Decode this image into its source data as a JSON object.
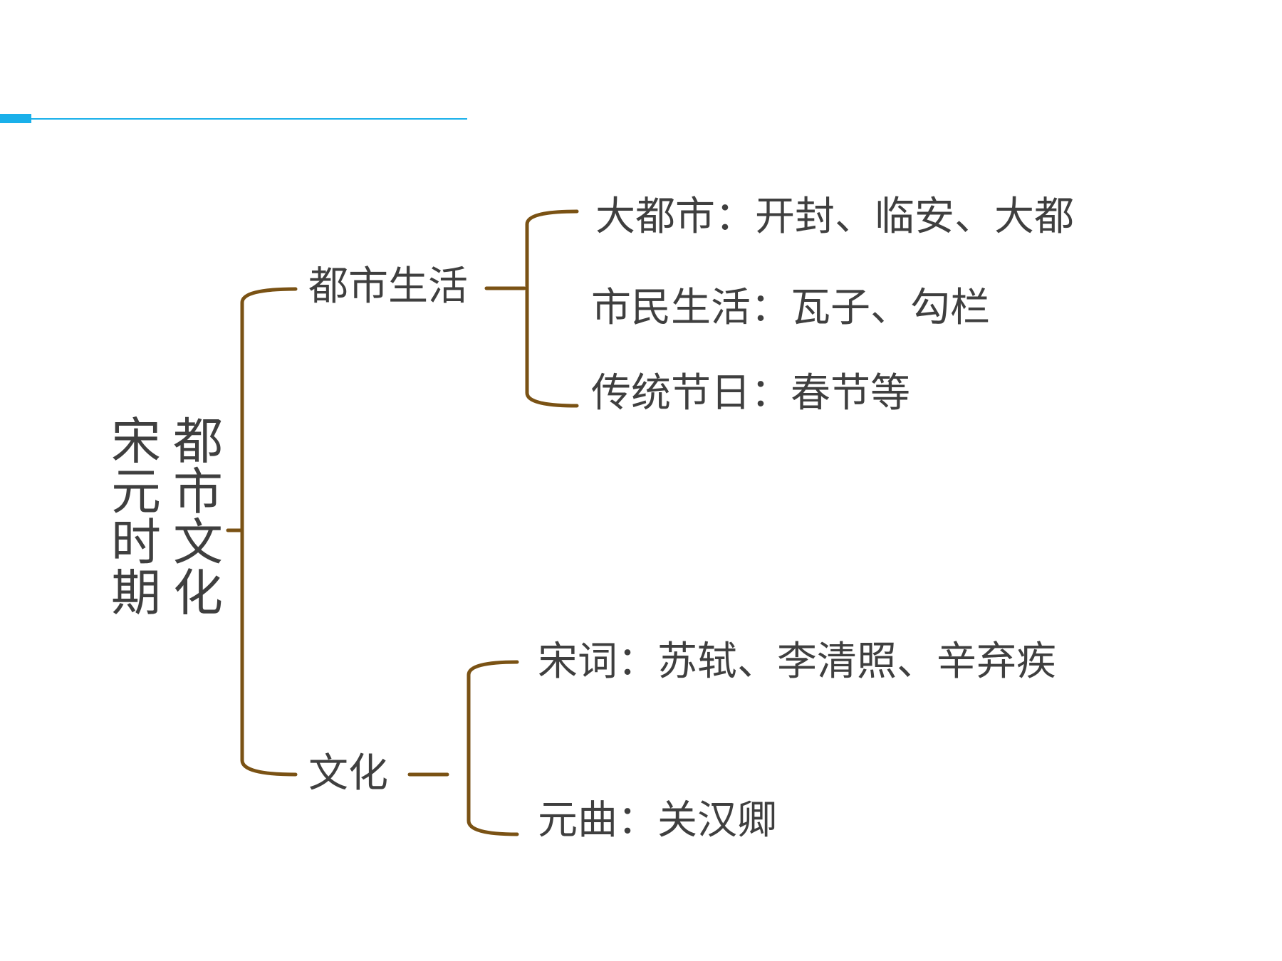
{
  "diagram": {
    "root": {
      "column_1": "宋元时期",
      "column_2": "都市文化"
    },
    "branches": [
      {
        "label": "都市生活",
        "items": [
          "大都市：开封、临安、大都",
          "市民生活：瓦子、勾栏",
          "传统节日：春节等"
        ]
      },
      {
        "label": "文化",
        "items": [
          "宋词：苏轼、李清照、辛弃疾",
          "元曲：关汉卿"
        ]
      }
    ]
  },
  "colors": {
    "accent": "#1ab0ea",
    "connector": "#7a5214",
    "text": "#3f3f3f"
  }
}
